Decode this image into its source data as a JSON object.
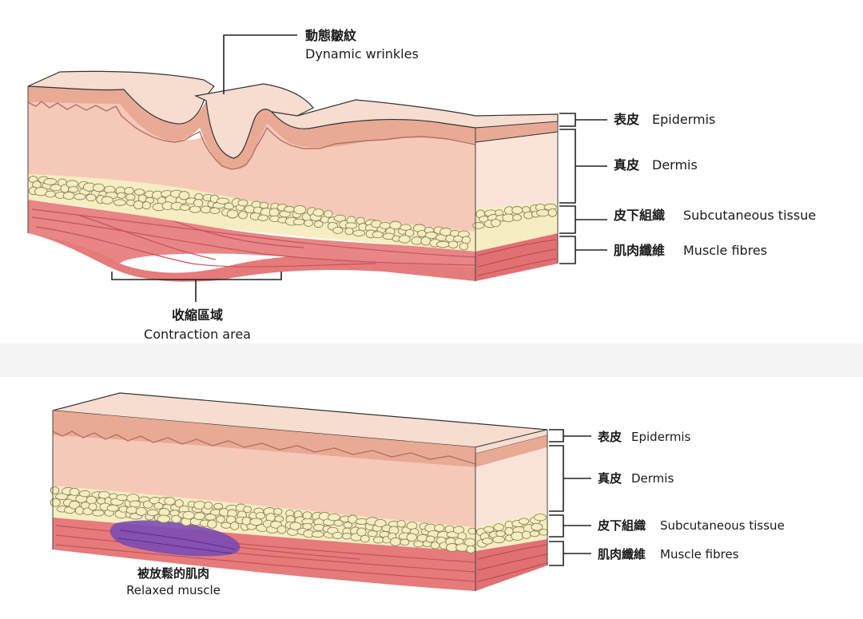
{
  "top_panel": {
    "wrinkle_label": {
      "cn": "動態皺紋",
      "en": "Dynamic wrinkles"
    },
    "contraction_label": {
      "cn": "收縮區域",
      "en": "Contraction area"
    },
    "layers": [
      {
        "cn": "表皮",
        "en": "Epidermis"
      },
      {
        "cn": "真皮",
        "en": "Dermis"
      },
      {
        "cn": "皮下組織",
        "en": "Subcutaneous tissue"
      },
      {
        "cn": "肌肉纖維",
        "en": "Muscle fibres"
      }
    ]
  },
  "bottom_panel": {
    "relaxed_label": {
      "cn": "被放鬆的肌肉",
      "en": "Relaxed muscle"
    },
    "layers": [
      {
        "cn": "表皮",
        "en": "Epidermis"
      },
      {
        "cn": "真皮",
        "en": "Dermis"
      },
      {
        "cn": "皮下組織",
        "en": "Subcutaneous tissue"
      },
      {
        "cn": "肌肉纖維",
        "en": "Muscle fibres"
      }
    ]
  },
  "colors": {
    "epidermis_top": "#f7dcd0",
    "epidermis_edge": "#d39682",
    "dermis": "#f5c8b8",
    "dermis_side": "#fbe3d9",
    "fat_fill": "#f6edc1",
    "fat_stroke": "#8c8458",
    "muscle": "#e57b7b",
    "muscle_dark": "#c4545c",
    "relaxed_muscle": "#7b4bb4",
    "separator": "#f4f4f4"
  }
}
